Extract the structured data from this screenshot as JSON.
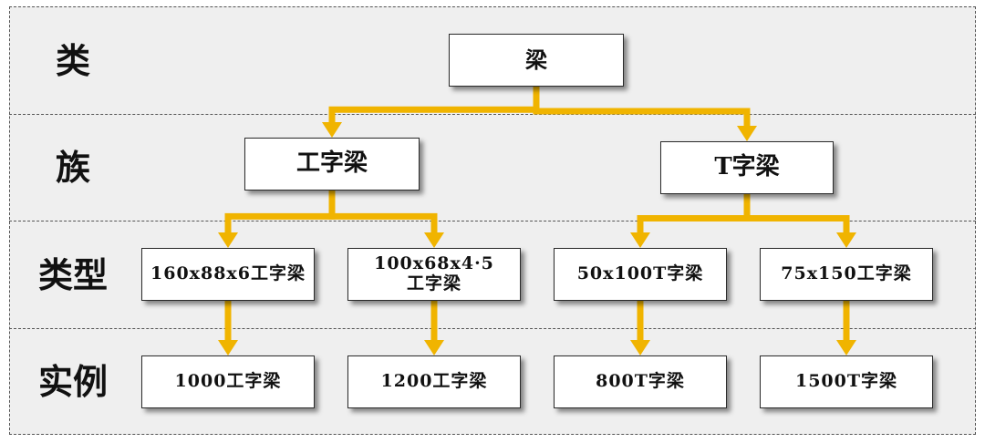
{
  "colors": {
    "background": "#efefef",
    "connector": "#f0b400",
    "node_border": "#2a2a2a"
  },
  "row_labels": [
    "类",
    "族",
    "类型",
    "实例"
  ],
  "nodes": {
    "root": "梁",
    "family_i": "工字梁",
    "family_t": "T字梁",
    "type_1": "160x88x6工字梁",
    "type_2": "100x68x4·5\n工字梁",
    "type_3": "50x100T字梁",
    "type_4": "75x150工字梁",
    "inst_1": "1000工字梁",
    "inst_2": "1200工字梁",
    "inst_3": "800T字梁",
    "inst_4": "1500T字梁"
  },
  "edges": [
    [
      "root",
      "family_i"
    ],
    [
      "root",
      "family_t"
    ],
    [
      "family_i",
      "type_1"
    ],
    [
      "family_i",
      "type_2"
    ],
    [
      "family_t",
      "type_3"
    ],
    [
      "family_t",
      "type_4"
    ],
    [
      "type_1",
      "inst_1"
    ],
    [
      "type_2",
      "inst_2"
    ],
    [
      "type_3",
      "inst_3"
    ],
    [
      "type_4",
      "inst_4"
    ]
  ]
}
